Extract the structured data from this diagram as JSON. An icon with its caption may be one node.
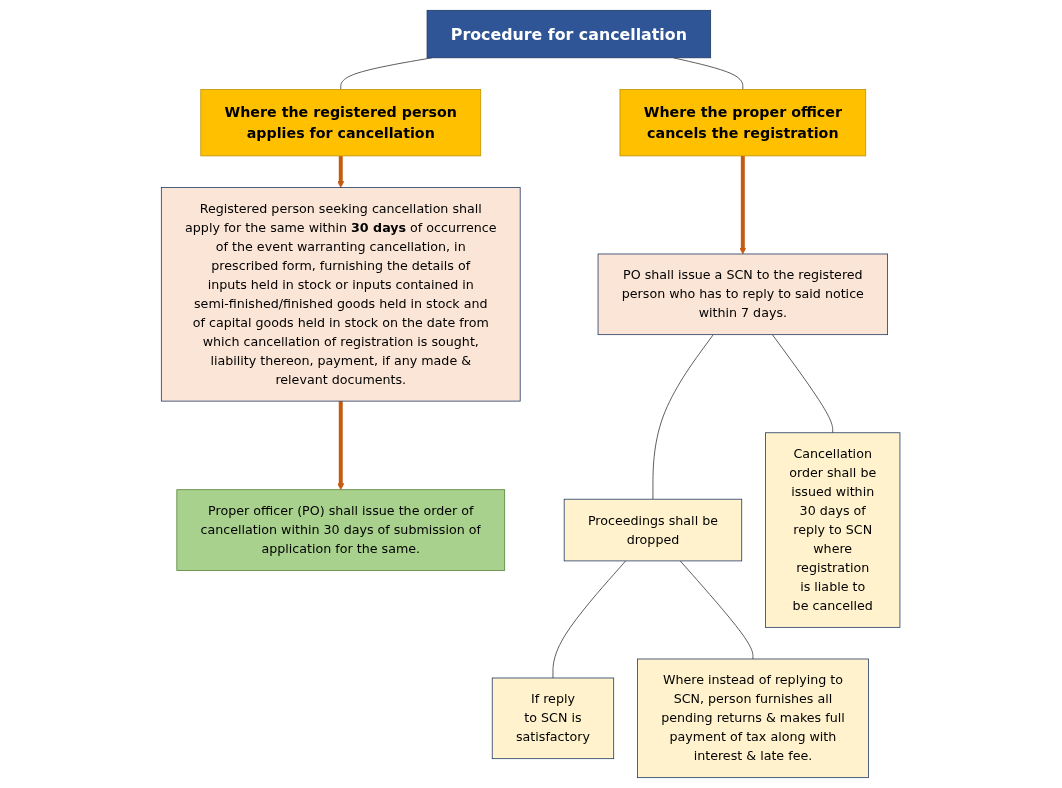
{
  "diagram": {
    "nodes": [
      {
        "text": [
          "Procedure for cancellation"
        ]
      },
      {
        "text": [
          "Where the registered person applies for cancellation"
        ]
      },
      {
        "text": [
          "Where the proper officer cancels the registration"
        ]
      },
      {
        "text": [
          "Registered person seeking cancellation shall apply for the same within **30 days** of occurrence of the event warranting cancellation, in prescribed form, furnishing the details of inputs held in stock or inputs contained in semi-finished/finished goods held in stock and of capital goods held in stock on the date from which cancellation of registration is sought, liability thereon, payment, if any made & relevant documents."
        ]
      },
      {
        "text": [
          "PO shall issue a SCN to the registered person who has to reply to said notice within 7 days."
        ]
      },
      {
        "text": [
          "Proper officer (PO) shall issue the order of cancellation within 30 days of submission of application for the same."
        ]
      },
      {
        "text": [
          "Proceedings shall be dropped"
        ]
      },
      {
        "text": [
          "Cancellation order shall be issued within 30 days of reply to SCN where registration is liable to be cancelled"
        ]
      },
      {
        "text": [
          "If reply to SCN is satisfactory"
        ]
      },
      {
        "text": [
          "Where instead of replying to SCN, person furnishes all pending returns & makes full payment of tax along with interest & late fee."
        ]
      }
    ],
    "edges": [
      {
        "from": 0,
        "to": 1,
        "arrow": "none"
      },
      {
        "from": 0,
        "to": 2,
        "arrow": "none"
      },
      {
        "from": 1,
        "to": 3,
        "arrow": "to",
        "style": "thick",
        "color": "#c55a11"
      },
      {
        "from": 3,
        "to": 5,
        "arrow": "to",
        "style": "thick",
        "color": "#c55a11"
      },
      {
        "from": 2,
        "to": 4,
        "arrow": "to",
        "style": "thick",
        "color": "#c55a11"
      },
      {
        "from": 4,
        "to": 6,
        "arrow": "none"
      },
      {
        "from": 4,
        "to": 7,
        "arrow": "none"
      },
      {
        "from": 6,
        "to": 8,
        "arrow": "none"
      },
      {
        "from": 6,
        "to": 9,
        "arrow": "none"
      }
    ]
  }
}
